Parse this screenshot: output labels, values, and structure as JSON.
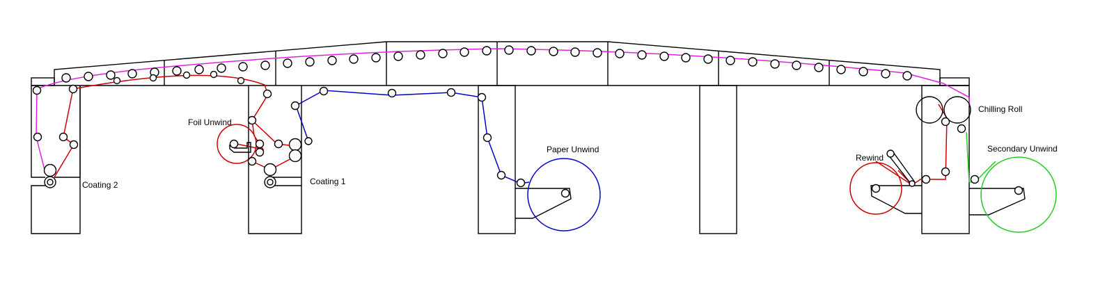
{
  "labels": {
    "coating2": "Coating 2",
    "coating1": "Coating 1",
    "foil_unwind": "Foil Unwind",
    "paper_unwind": "Paper Unwind",
    "chilling_roll": "Chilling Roll",
    "rewind": "Rewind",
    "secondary_unwind": "Secondary Unwind"
  },
  "colors": {
    "foil_web": "#cc0000",
    "paper_web": "#0000cc",
    "top_web": "#e020e0",
    "secondary_web": "#22cc22",
    "frame": "#000000"
  }
}
